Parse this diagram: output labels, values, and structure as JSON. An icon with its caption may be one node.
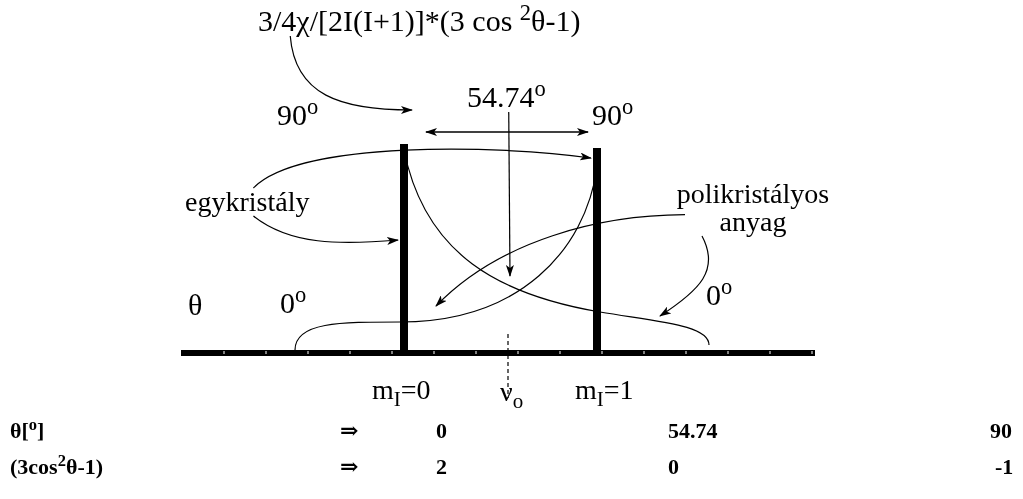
{
  "diagram": {
    "nodes": [
      {
        "text": [
          "3/4χ/[2I(I+1)]*(3 cos $^{2}$θ-1)"
        ]
      },
      {
        "text": [
          "egykristály"
        ]
      },
      {
        "text": [
          "polikristályos anyag"
        ]
      },
      {
        "text": [
          "54.74$^{o}$"
        ]
      }
    ],
    "edges": [
      {
        "from": 0,
        "to": null,
        "arrow": "to"
      },
      {
        "from": 3,
        "to": null,
        "arrow": "to"
      },
      {
        "from": 1,
        "to": null,
        "arrow": "to"
      },
      {
        "from": 1,
        "to": null,
        "arrow": "to"
      },
      {
        "from": 2,
        "to": null,
        "arrow": "to"
      },
      {
        "from": 2,
        "to": null,
        "arrow": "to"
      }
    ],
    "labels": [
      "90$^{o}$",
      "90$^{o}$",
      "θ",
      "0$^{o}$",
      "0$^{o}$",
      "m$_{I}$=0",
      "ν$_{o}$",
      "m$_{I}$=1",
      "θ[$^{o}$]",
      "⇒",
      "0",
      "54.74",
      "90",
      "(3cos$^{2}$θ-1)",
      "⇒",
      "2",
      "0",
      "-1"
    ]
  }
}
